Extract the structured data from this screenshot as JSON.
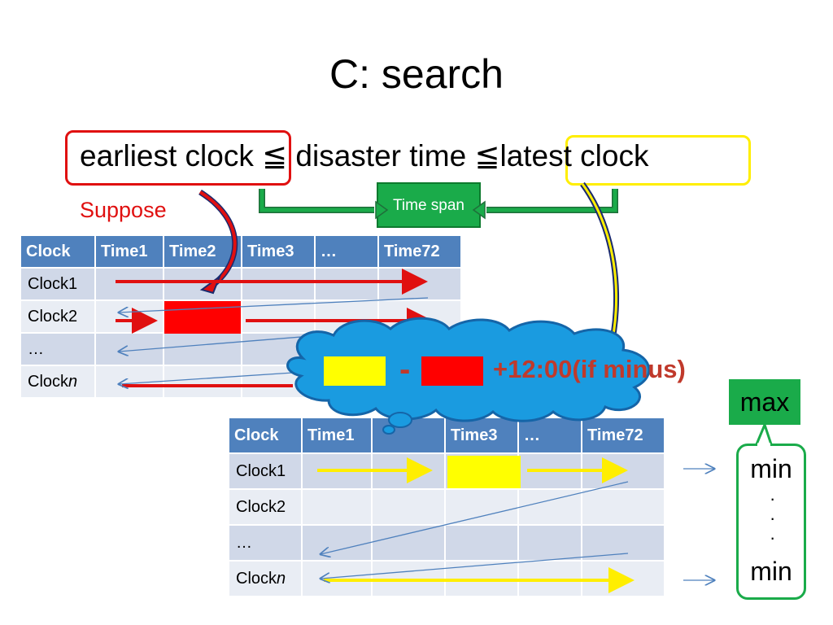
{
  "title": "C: search",
  "formula": {
    "earliest": "earliest clock ",
    "leq1": "≦",
    "middle": " disaster time ",
    "leq2": "≦",
    "latest": "latest clock"
  },
  "time_span_label": "Time span",
  "suppose_label": "Suppose",
  "table_top": {
    "headers": [
      "Clock",
      "Time1",
      "Time2",
      "Time3",
      "…",
      "Time72"
    ],
    "rows": [
      [
        "Clock1"
      ],
      [
        "Clock2"
      ],
      [
        "…"
      ],
      [
        "Clockn"
      ]
    ]
  },
  "table_bottom": {
    "headers": [
      "Clock",
      "Time1",
      "",
      "Time3",
      "…",
      "Time72"
    ],
    "rows": [
      [
        "Clock1"
      ],
      [
        "Clock2"
      ],
      [
        "…"
      ],
      [
        "Clockn"
      ]
    ]
  },
  "cloud": {
    "minus": "-",
    "plus_text": "+12:00(if minus)"
  },
  "max_label": "max",
  "min_top": "min",
  "min_bottom": "min",
  "dots": [
    "·",
    "·",
    "·"
  ],
  "colors": {
    "red": "#e01010",
    "yellow": "#ffee00",
    "green": "#1aab4a",
    "header_blue": "#4f81bd",
    "cloud_blue": "#1a9be0"
  }
}
